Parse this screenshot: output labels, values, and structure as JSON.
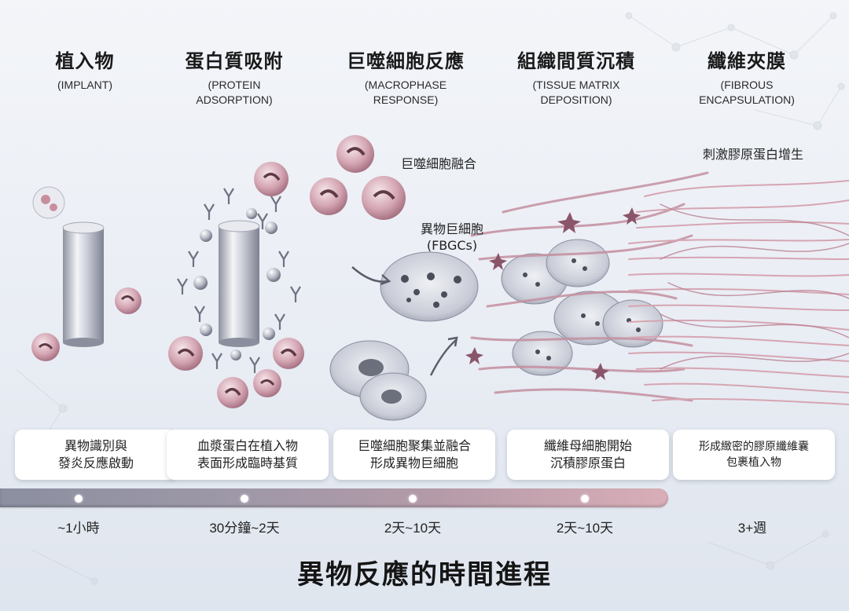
{
  "stages": [
    {
      "title": "植入物",
      "subtitle": "(IMPLANT)",
      "description": "異物識別與\n發炎反應啟動",
      "time": "~1小時"
    },
    {
      "title": "蛋白質吸附",
      "subtitle": "(PROTEIN\nADSORPTION)",
      "description": "血漿蛋白在植入物\n表面形成臨時基質",
      "time": "30分鐘~2天"
    },
    {
      "title": "巨噬細胞反應",
      "subtitle": "(MACROPHASE\nRESPONSE)",
      "description": "巨噬細胞聚集並融合\n形成異物巨細胞",
      "time": "2天~10天"
    },
    {
      "title": "組織間質沉積",
      "subtitle": "(TISSUE MATRIX\nDEPOSITION)",
      "description": "纖維母細胞開始\n沉積膠原蛋白",
      "time": "2天~10天"
    },
    {
      "title": "纖維夾膜",
      "subtitle": "(FIBROUS\nENCAPSULATION)",
      "description": "形成緻密的膠原纖維囊\n包裹植入物",
      "time": "3+週"
    }
  ],
  "annotations": {
    "macrophage_fusion": "巨噬細胞融合",
    "fbgc": "異物巨細胞\n(FBGCs)",
    "collagen_stimulation": "刺激膠原蛋白增生"
  },
  "main_title": "異物反應的時間進程",
  "colors": {
    "cell": "#b47d8e",
    "fiber": "#c898a5",
    "implant": "#b9bcc8",
    "timeline_start": "#8b8fa0",
    "timeline_end": "#d9aeb8"
  }
}
